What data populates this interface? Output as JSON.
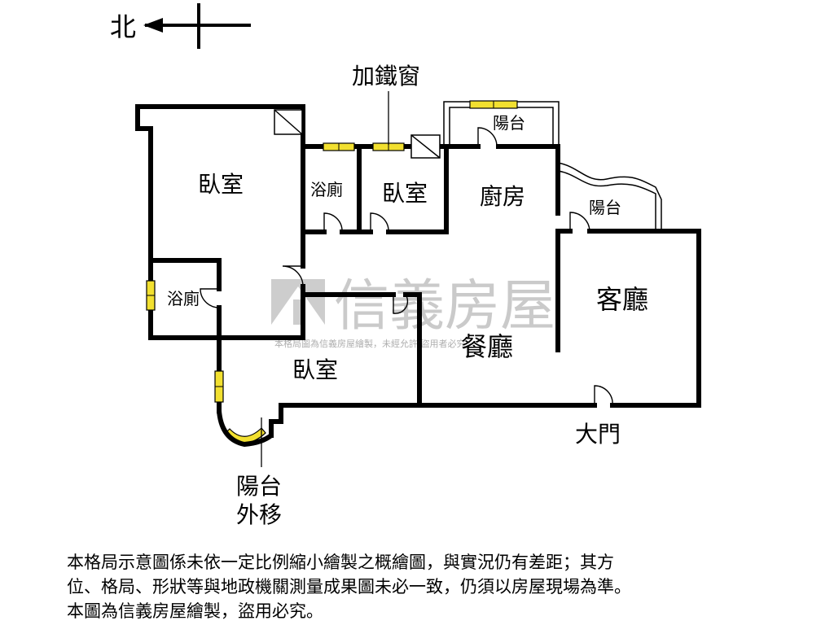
{
  "compass": {
    "north_label": "北"
  },
  "labels": {
    "window_note": "加鐵窗",
    "balcony_top": "陽台",
    "balcony_right": "陽台",
    "bedroom_master": "臥室",
    "bathroom_center": "浴廁",
    "bedroom_middle": "臥室",
    "kitchen": "廚房",
    "living_room": "客廳",
    "bathroom_left": "浴廁",
    "dining_room": "餐廳",
    "bedroom_lower": "臥室",
    "main_door": "大門",
    "balcony_moved_line1": "陽台",
    "balcony_moved_line2": "外移"
  },
  "watermark": {
    "brand": "信義房屋",
    "notice": "本格局圖為信義房屋繪製，未經允許 盜用者必究"
  },
  "disclaimer": {
    "line1": "本格局示意圖係未依一定比例縮小繪製之概繪圖，與實況仍有差距；其方",
    "line2": "位、格局、形狀等與地政機關測量成果圖未必一致，仍須以房屋現場為準。",
    "line3": "本圖為信義房屋繪製，盜用必究。"
  },
  "colors": {
    "window_fill": "#f2e030",
    "watermark": "#b9b9b9"
  }
}
